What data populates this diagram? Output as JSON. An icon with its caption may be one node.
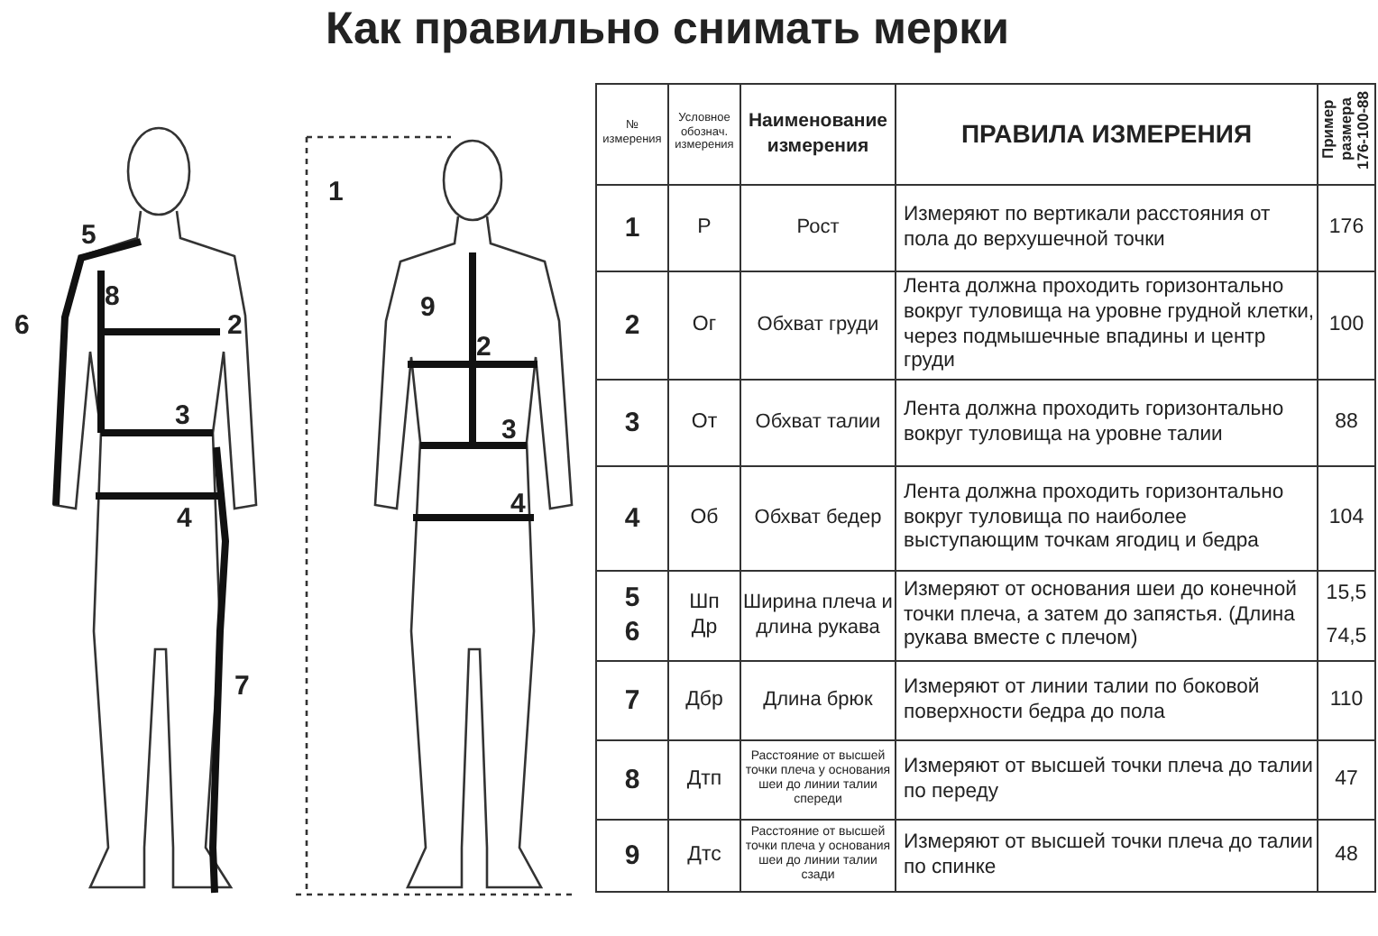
{
  "diagram": {
    "title": "Как правильно снимать мерки",
    "labels": [
      "5",
      "8",
      "6",
      "2",
      "3",
      "4",
      "7",
      "1",
      "9",
      "2",
      "3",
      "4",
      "№ измерения",
      "Условное обознач. измерения",
      "Наименование измерения",
      "ПРАВИЛА ИЗМЕРЕНИЯ",
      "Пример размера 176-100-88",
      "1",
      "Р",
      "Рост",
      "Измеряют по вертикали расстояния от пола до верхушечной точки",
      "176",
      "2",
      "Ог",
      "Обхват груди",
      "Лента должна проходить горизонтально вокруг туловища на уровне грудной клетки, через подмышечные впадины и центр груди",
      "100",
      "3",
      "От",
      "Обхват талии",
      "Лента должна проходить горизонтально вокруг туловища на уровне талии",
      "88",
      "4",
      "Об",
      "Обхват бедер",
      "Лента должна проходить горизонтально вокруг туловища по наиболее выступающим точкам ягодиц и бедра",
      "104",
      "5",
      "6",
      "Шп",
      "Др",
      "Ширина плеча и длина рукава",
      "Измеряют от основания шеи до конечной точки плеча, а затем до запястья. (Длина рукава  вместе с плечом)",
      "15,5",
      "74,5",
      "7",
      "Дбр",
      "Длина брюк",
      "Измеряют от линии талии по боковой поверхности бедра до пола",
      "110",
      "8",
      "Дтп",
      "Расстояние от высшей точки плеча у основания шеи до линии талии спереди",
      "Измеряют от высшей точки плеча до талии по переду",
      "47",
      "9",
      "Дтс",
      "Расстояние от высшей точки плеча у основания шеи до линии талии сзади",
      "Измеряют от высшей точки плеча до талии по спинке",
      "48"
    ]
  }
}
